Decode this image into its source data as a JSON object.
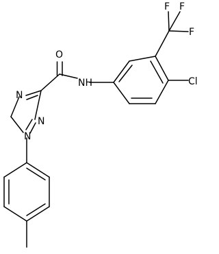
{
  "atoms": {
    "oxygen": "O",
    "nh": "NH",
    "triazole_n_top": "N",
    "triazole_n_right": "N",
    "triazole_n1": "N",
    "chlorine": "Cl",
    "fluorine_top_left": "F",
    "fluorine_top_right": "F",
    "fluorine_right": "F"
  },
  "colors": {
    "bond": "#000000",
    "label": "#000000",
    "background": "#ffffff"
  }
}
